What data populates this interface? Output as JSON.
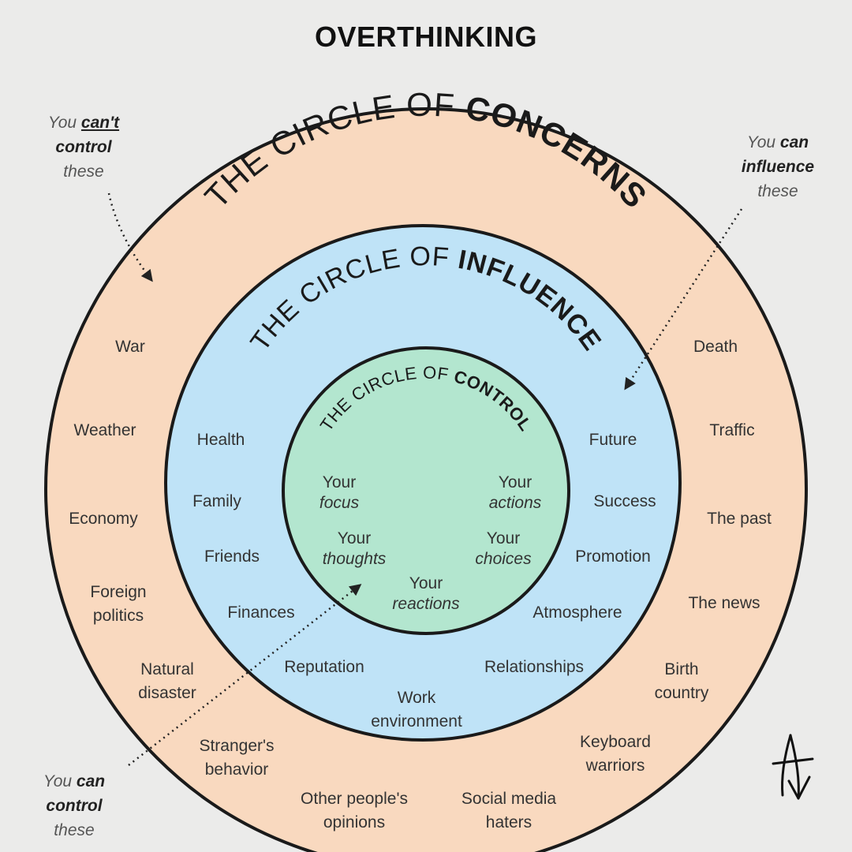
{
  "title": "OVERTHINKING",
  "colors": {
    "concerns_fill": "#f9d9bf",
    "influence_fill": "#bfe3f7",
    "control_fill": "#b3e6cf",
    "outline": "#1a1a1a",
    "background": "#ebebea"
  },
  "circles": {
    "concerns": {
      "prefix": "THE CIRCLE OF ",
      "emphasis": "CONCERNS"
    },
    "influence": {
      "prefix": "THE CIRCLE OF ",
      "emphasis": "INFLUENCE"
    },
    "control": {
      "prefix": "THE CIRCLE OF ",
      "emphasis": "CONTROL"
    }
  },
  "notes": {
    "cant_control": {
      "line1_prefix": "You ",
      "line1_bold": "can't",
      "line2": "control",
      "line3": "these"
    },
    "can_influence": {
      "line1_prefix": "You ",
      "line1_bold": "can",
      "line2": "influence",
      "line3": "these"
    },
    "can_control": {
      "line1_prefix": "You ",
      "line1_bold": "can",
      "line2": "control",
      "line3": "these"
    }
  },
  "concerns_items": [
    [
      "War"
    ],
    [
      "Weather"
    ],
    [
      "Economy"
    ],
    [
      "Foreign",
      "politics"
    ],
    [
      "Natural",
      "disaster"
    ],
    [
      "Stranger's",
      "behavior"
    ],
    [
      "Other people's",
      "opinions"
    ],
    [
      "Social media",
      "haters"
    ],
    [
      "Keyboard",
      "warriors"
    ],
    [
      "Birth",
      "country"
    ],
    [
      "The news"
    ],
    [
      "The past"
    ],
    [
      "Traffic"
    ],
    [
      "Death"
    ]
  ],
  "influence_items": [
    [
      "Health"
    ],
    [
      "Family"
    ],
    [
      "Friends"
    ],
    [
      "Finances"
    ],
    [
      "Reputation"
    ],
    [
      "Work",
      "environment"
    ],
    [
      "Relationships"
    ],
    [
      "Atmosphere"
    ],
    [
      "Promotion"
    ],
    [
      "Success"
    ],
    [
      "Future"
    ]
  ],
  "control_items": [
    {
      "line1": "Your",
      "line2": "focus"
    },
    {
      "line1": "Your",
      "line2": "actions"
    },
    {
      "line1": "Your",
      "line2": "thoughts"
    },
    {
      "line1": "Your",
      "line2": "choices"
    },
    {
      "line1": "Your",
      "line2": "reactions"
    }
  ],
  "logo": {
    "icon": "signature-logo-icon"
  }
}
